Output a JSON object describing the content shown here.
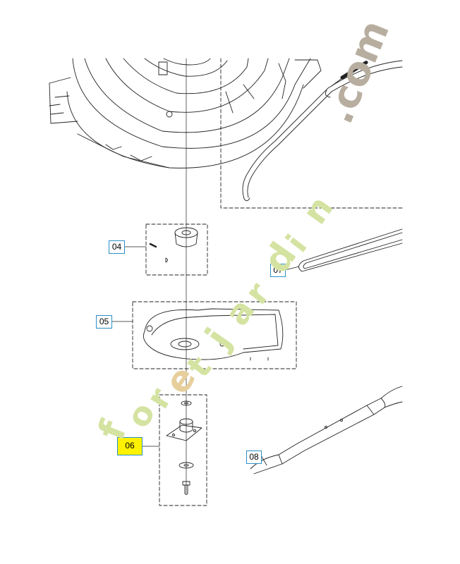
{
  "parts": [
    {
      "ref": "04"
    },
    {
      "ref": "05"
    },
    {
      "ref": "06",
      "highlighted": true
    },
    {
      "ref": "07"
    },
    {
      "ref": "08"
    }
  ],
  "watermark": {
    "parts": [
      "f",
      "o",
      "r",
      "e",
      "t",
      "j",
      "a",
      "r",
      "d",
      "i",
      "n",
      ".com"
    ],
    "colors": [
      "#d5e3a2",
      "#d5e3a2",
      "#d5e3a2",
      "#e7cf9c",
      "#d5e3a2",
      "#d5e3a2",
      "#d5e3a2",
      "#d5e3a2",
      "#d5e3a2",
      "#d5e3a2",
      "#d5e3a2",
      "#b8aea0"
    ]
  },
  "colors": {
    "label_border": "#2b8fc7",
    "highlight": "#fff200",
    "line": "#222222"
  }
}
